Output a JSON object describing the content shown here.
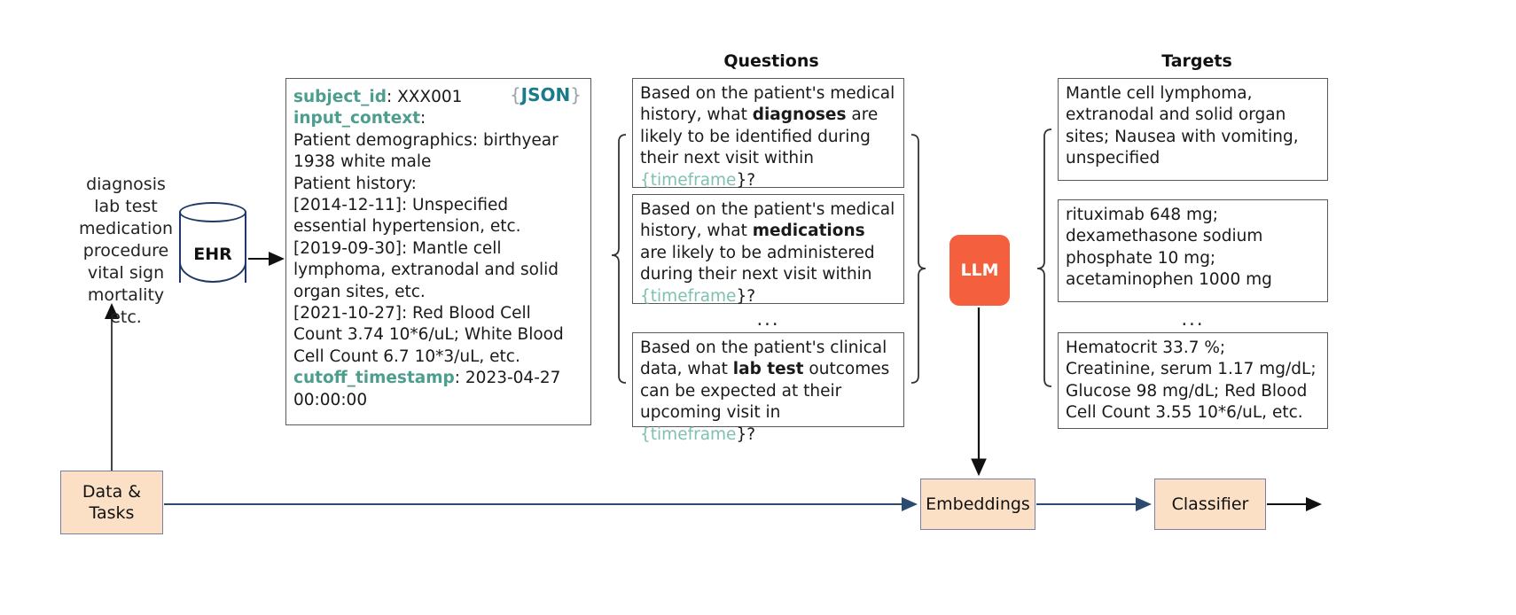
{
  "diagram": {
    "title": "EHR LLM benchmark pipeline"
  },
  "entities": {
    "name": "task-entity-list",
    "items": [
      "diagnosis",
      "lab test",
      "medication",
      "procedure",
      "vital sign",
      "mortality",
      "etc."
    ]
  },
  "database": {
    "label": "EHR"
  },
  "json_panel": {
    "badge_open": "{",
    "badge_text": "JSON",
    "badge_close": "}",
    "subject_id_key": "subject_id",
    "subject_id_value": ": XXX001",
    "input_context_key": "input_context",
    "input_context_colon": ":",
    "demographics": "Patient demographics: birthyear 1938 white male",
    "history_label": "Patient history:",
    "history_lines": [
      "[2014-12-11]: Unspecified essential hypertension, etc.",
      "[2019-09-30]: Mantle cell lymphoma, extranodal and solid organ sites, etc.",
      "[2021-10-27]: Red Blood Cell Count 3.74 10*6/uL; White Blood Cell Count 6.7 10*3/uL, etc."
    ],
    "cutoff_key": "cutoff_timestamp",
    "cutoff_value": ": 2023-04-27 00:00:00"
  },
  "questions": {
    "header": "Questions",
    "ellipsis": "...",
    "items": [
      {
        "pre": "Based on the patient's medical history, what ",
        "bold": "diagnoses",
        "mid": " are likely to be identified during their next visit within ",
        "placeholder_open": "{",
        "placeholder": "timeframe",
        "placeholder_close": "}?"
      },
      {
        "pre": "Based on the patient's medical history, what ",
        "bold": "medications",
        "mid": " are likely to be administered during their next visit within ",
        "placeholder_open": "{",
        "placeholder": "timeframe",
        "placeholder_close": "}?"
      },
      {
        "pre": "Based on the patient's clinical data, what ",
        "bold": "lab test",
        "mid": " outcomes can be expected at their upcoming visit in ",
        "placeholder_open": "{",
        "placeholder": "timeframe",
        "placeholder_close": "}?"
      }
    ]
  },
  "targets": {
    "header": "Targets",
    "ellipsis": "...",
    "items": [
      "Mantle cell lymphoma, extranodal and solid organ sites; Nausea with vomiting, unspecified",
      "rituximab 648 mg; dexamethasone sodium phosphate 10 mg; acetaminophen 1000 mg",
      "Hematocrit 33.7 %; Creatinine, serum 1.17 mg/dL; Glucose 98 mg/dL; Red Blood Cell Count 3.55 10*6/uL, etc."
    ]
  },
  "llm": {
    "label": "LLM"
  },
  "pipeline": {
    "data_tasks": "Data & Tasks",
    "embeddings": "Embeddings",
    "classifier": "Classifier"
  },
  "colors": {
    "llm_accent": "#f4603e",
    "process_fill": "#fbe0c6",
    "process_border": "#7b7fa3",
    "db_border": "#1f3864",
    "key_text": "#4e9e8f",
    "placeholder_text": "#7fc0b0",
    "json_badge": "#1b7a8c"
  }
}
